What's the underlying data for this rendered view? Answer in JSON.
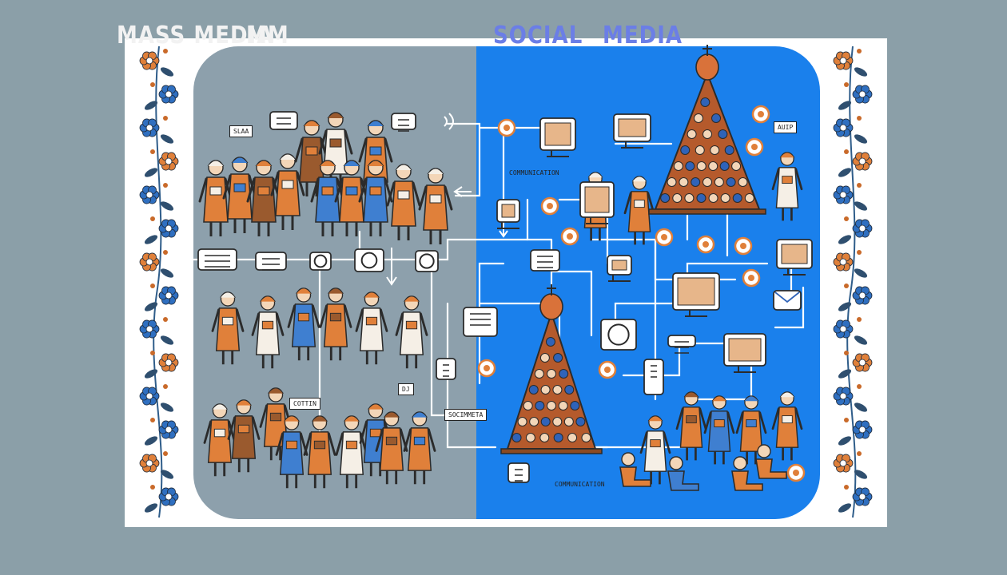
{
  "header": {
    "left_title_a": "MASS MEDIA",
    "left_title_b": "MM",
    "right_title_a": "SOCIAL",
    "right_title_b": "MEDIA"
  },
  "labels": {
    "slaa": "SLAA",
    "communication_top": "COMMUNICATION",
    "scommeta": "SOCIMMETA",
    "communication_bottom": "COMMUNICATION",
    "auip": "AUIP",
    "dj": "DJ",
    "cottim": "COTTIN"
  },
  "colors": {
    "left_panel": "#8da0ac",
    "right_panel": "#1a80ec",
    "orange": "#e0803a",
    "blue": "#3f7fd0",
    "outline": "#2b2b2b"
  }
}
